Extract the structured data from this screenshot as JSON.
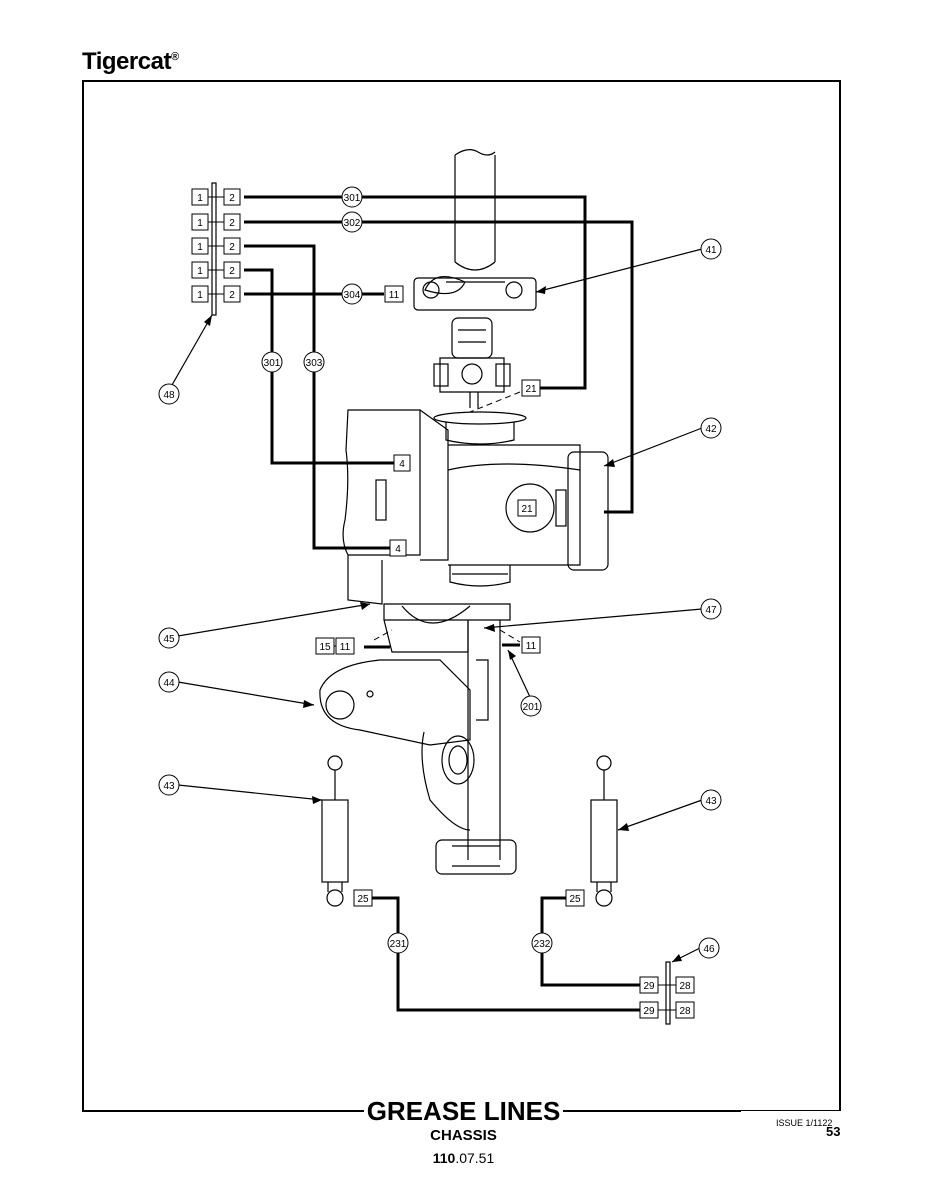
{
  "header": {
    "brand": "Tigercat",
    "brand_mark": "®"
  },
  "footer": {
    "title": "GREASE LINES",
    "subtitle": "CHASSIS",
    "doc_number_bold": "110",
    "doc_number_rest": ".07.51",
    "issue": "ISSUE 1/1122",
    "page": "53"
  },
  "manifold_left": {
    "rows": [
      {
        "a": "1",
        "b": "2"
      },
      {
        "a": "1",
        "b": "2"
      },
      {
        "a": "1",
        "b": "2"
      },
      {
        "a": "1",
        "b": "2"
      },
      {
        "a": "1",
        "b": "2"
      }
    ]
  },
  "manifold_right": {
    "rows": [
      {
        "a": "29",
        "b": "28"
      },
      {
        "a": "29",
        "b": "28"
      }
    ]
  },
  "callouts": {
    "c41": "41",
    "c42": "42",
    "c43a": "43",
    "c43b": "43",
    "c44": "44",
    "c45": "45",
    "c46": "46",
    "c47": "47",
    "c48": "48",
    "c201": "201"
  },
  "hoses": {
    "h301a": "301",
    "h302": "302",
    "h304": "304",
    "h301b": "301",
    "h303": "303",
    "h231": "231",
    "h232": "232"
  },
  "fittings": {
    "f11_top": "11",
    "f21_top": "21",
    "f21_mid": "21",
    "f4_upper": "4",
    "f4_lower": "4",
    "f15": "15",
    "f11_left": "11",
    "f11_right": "11",
    "f25_left": "25",
    "f25_right": "25"
  }
}
